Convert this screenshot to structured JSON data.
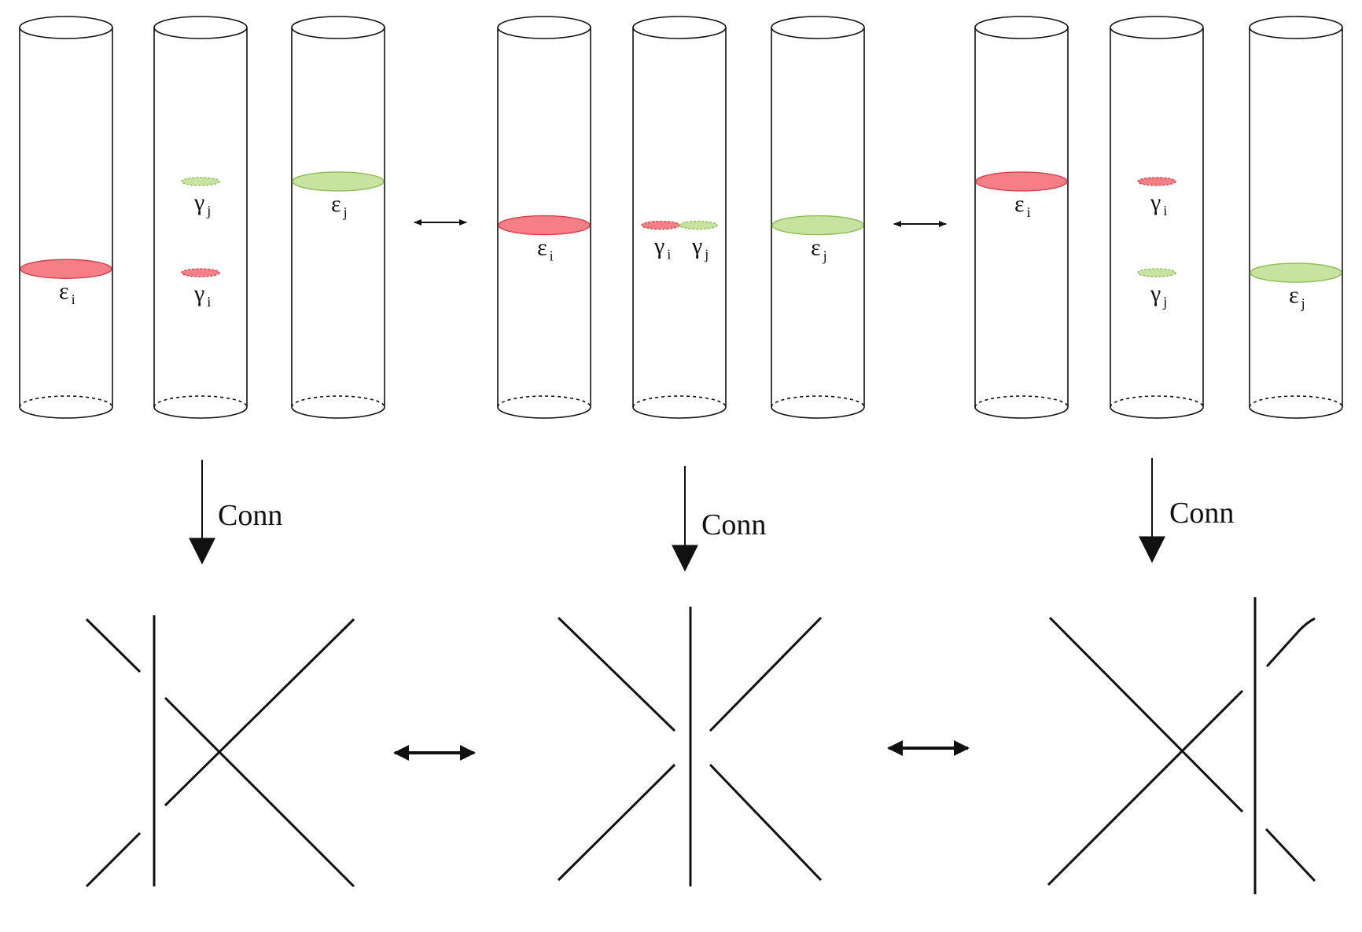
{
  "colors": {
    "red_disk": "#f47f86",
    "red_stroke": "#d0434e",
    "green_disk": "#c8e3a0",
    "green_stroke": "#8cbc55",
    "ink": "#111111"
  },
  "panels": [
    {
      "tubes": [
        {
          "disks": [
            {
              "symbol": "ε",
              "index": "i",
              "color": "red",
              "size": "big",
              "level": 0.72
            }
          ]
        },
        {
          "disks": [
            {
              "symbol": "γ",
              "index": "j",
              "color": "green",
              "size": "small",
              "level": 0.26
            },
            {
              "symbol": "γ",
              "index": "i",
              "color": "red",
              "size": "small",
              "level": 0.74
            }
          ]
        },
        {
          "disks": [
            {
              "symbol": "ε",
              "index": "j",
              "color": "green",
              "size": "big",
              "level": 0.26
            }
          ]
        }
      ],
      "arrow_label": "Conn",
      "crossing": "left"
    },
    {
      "tubes": [
        {
          "disks": [
            {
              "symbol": "ε",
              "index": "i",
              "color": "red",
              "size": "big",
              "level": 0.49
            }
          ]
        },
        {
          "disks": [
            {
              "symbol": "γ",
              "index": "i",
              "color": "red",
              "size": "small",
              "level": 0.49,
              "offset": "left"
            },
            {
              "symbol": "γ",
              "index": "j",
              "color": "green",
              "size": "small",
              "level": 0.49,
              "offset": "right"
            }
          ]
        },
        {
          "disks": [
            {
              "symbol": "ε",
              "index": "j",
              "color": "green",
              "size": "big",
              "level": 0.49
            }
          ]
        }
      ],
      "arrow_label": "Conn",
      "crossing": "middle"
    },
    {
      "tubes": [
        {
          "disks": [
            {
              "symbol": "ε",
              "index": "i",
              "color": "red",
              "size": "big",
              "level": 0.26
            }
          ]
        },
        {
          "disks": [
            {
              "symbol": "γ",
              "index": "i",
              "color": "red",
              "size": "small",
              "level": 0.26
            },
            {
              "symbol": "γ",
              "index": "j",
              "color": "green",
              "size": "small",
              "level": 0.74
            }
          ]
        },
        {
          "disks": [
            {
              "symbol": "ε",
              "index": "j",
              "color": "green",
              "size": "big",
              "level": 0.74
            }
          ]
        }
      ],
      "arrow_label": "Conn",
      "crossing": "right"
    }
  ]
}
